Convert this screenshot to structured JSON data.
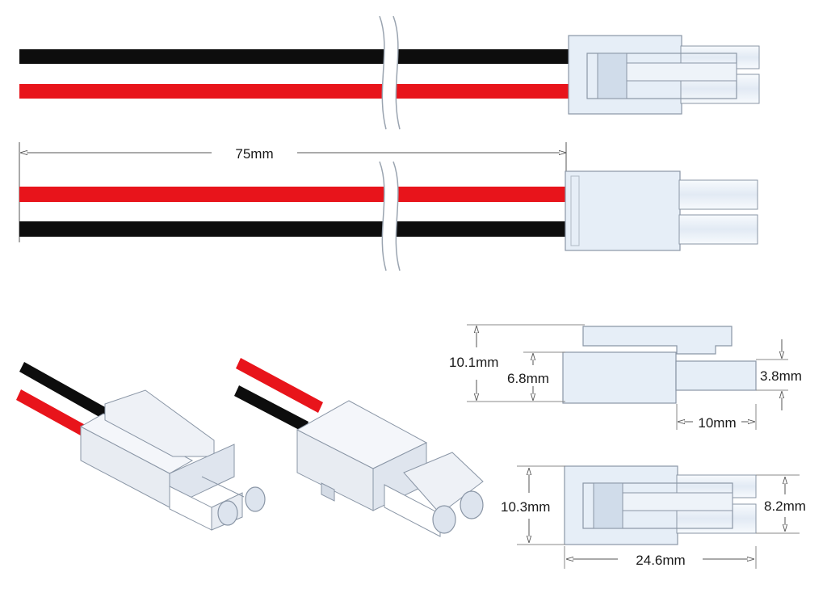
{
  "labels": {
    "wire_length": "75mm",
    "body_height": "10.1mm",
    "body_inner_height": "6.8mm",
    "pin_height": "3.8mm",
    "pin_length": "10mm",
    "bottom_height": "10.3mm",
    "bottom_pin_height": "8.2mm",
    "overall_length": "24.6mm"
  },
  "colors": {
    "wire_black": "#0d0d0d",
    "wire_red": "#e8141b",
    "housing_fill": "#e6eef7",
    "housing_stroke": "#8a96a6",
    "dim_line": "#555555"
  }
}
